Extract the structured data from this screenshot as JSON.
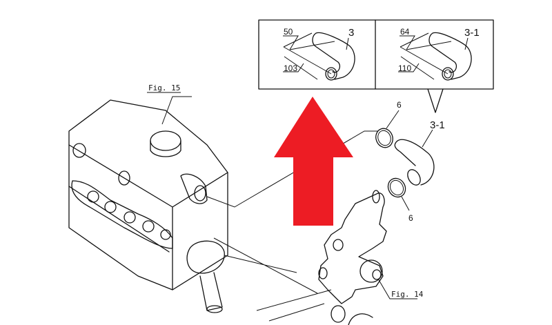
{
  "inset_left": {
    "part": "3",
    "dim_a": "50",
    "dim_b": "103"
  },
  "inset_right": {
    "part": "3-1",
    "dim_a": "64",
    "dim_b": "110"
  },
  "callouts": {
    "fig15": "Fig. 15",
    "fig14": "Fig. 14",
    "hose": "3-1",
    "clamp_top": "6",
    "clamp_bottom": "6"
  },
  "colors": {
    "arrow": "#ED1C24",
    "line": "#111111"
  }
}
